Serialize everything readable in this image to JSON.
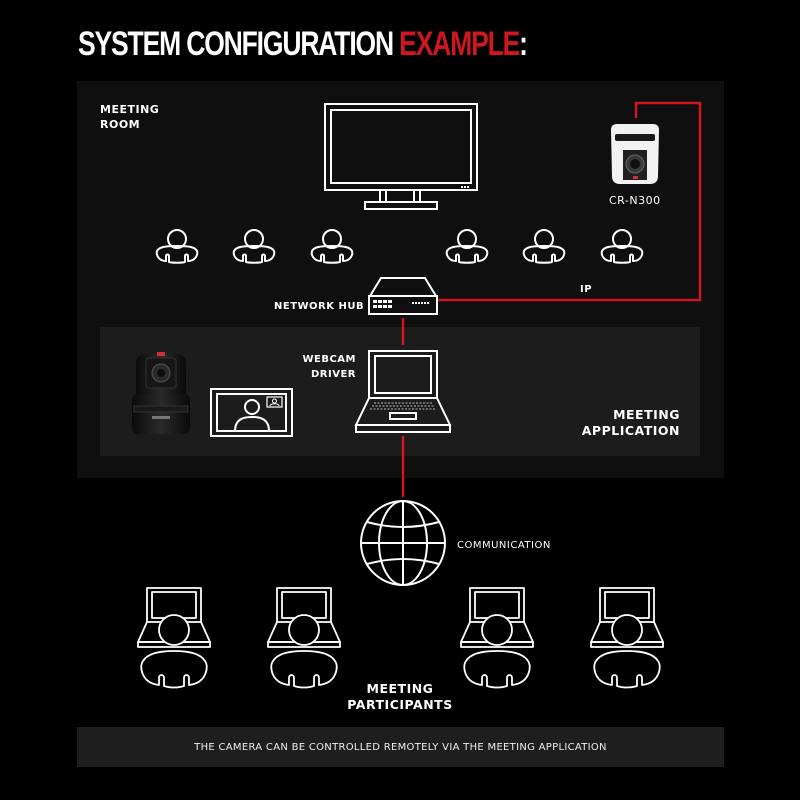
{
  "title": {
    "main": "SYSTEM CONFIGURATION ",
    "accent": "EXAMPLE",
    "suffix": ":"
  },
  "colors": {
    "accent": "#d0161e",
    "background": "#000000",
    "room_panel": "#0f0f0f",
    "app_panel": "#1c1c1c",
    "footer_bar": "#1e1e1e"
  },
  "meeting_room": {
    "label_line1": "MEETING",
    "label_line2": "ROOM"
  },
  "devices": {
    "display": {
      "icon": "monitor-icon"
    },
    "camera_ptz": {
      "label": "CR-N300",
      "icon": "ptz-camera-white"
    },
    "hub": {
      "label": "NETWORK HUB",
      "icon": "network-hub-icon"
    },
    "ip_label": "IP",
    "laptop": {
      "label_line1": "WEBCAM",
      "label_line2": "DRIVER",
      "icon": "laptop-icon"
    },
    "camera_black": {
      "icon": "ptz-camera-black"
    },
    "video_call": {
      "icon": "video-call-screen-icon"
    },
    "globe": {
      "label": "COMMUNICATION",
      "icon": "globe-icon"
    }
  },
  "room_attendees": {
    "count": 6,
    "icon": "person-icon"
  },
  "meeting_application": {
    "label_line1": "MEETING",
    "label_line2": "APPLICATION"
  },
  "participants": {
    "label_line1": "MEETING",
    "label_line2": "PARTICIPANTS",
    "count": 4,
    "icon": "person-at-laptop-icon"
  },
  "footer": {
    "text": "THE CAMERA CAN BE CONTROLLED REMOTELY VIA THE MEETING APPLICATION"
  }
}
